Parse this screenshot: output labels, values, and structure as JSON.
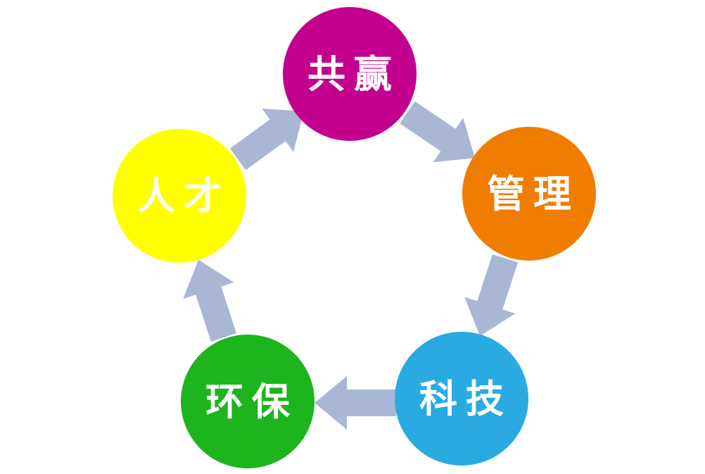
{
  "diagram": {
    "title": "",
    "background_color": "#ffffff",
    "arrow_color": "#a9b7d5",
    "text_color": "#ffffff",
    "nodes": [
      {
        "id": "winwin",
        "label": "共赢",
        "color": "#c4008f",
        "position": "top"
      },
      {
        "id": "management",
        "label": "管理",
        "color": "#f07d00",
        "position": "right"
      },
      {
        "id": "technology",
        "label": "科技",
        "color": "#29abe2",
        "position": "bottom-right"
      },
      {
        "id": "environment",
        "label": "环保",
        "color": "#1db41e",
        "position": "bottom-left"
      },
      {
        "id": "talent",
        "label": "人才",
        "color": "#ffff00",
        "position": "left"
      }
    ],
    "arrows": [
      {
        "from": "人才",
        "to": "共赢"
      },
      {
        "from": "共赢",
        "to": "管理"
      },
      {
        "from": "管理",
        "to": "科技"
      },
      {
        "from": "科技",
        "to": "环保"
      },
      {
        "from": "环保",
        "to": "人才"
      }
    ]
  }
}
